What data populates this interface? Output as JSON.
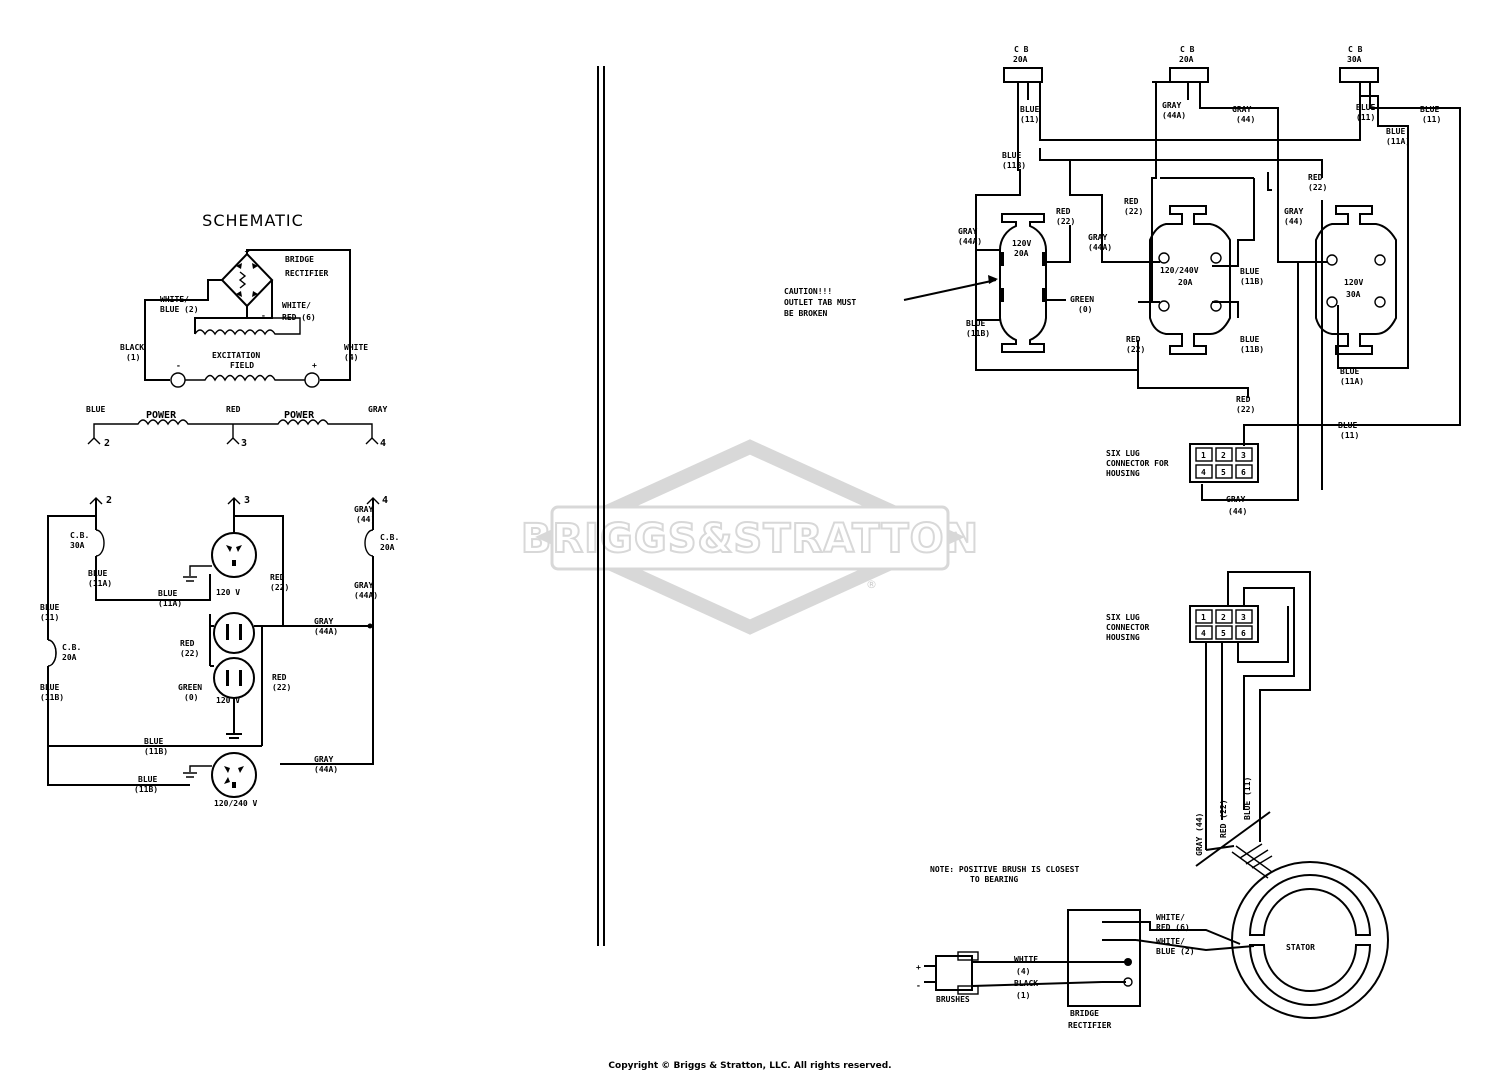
{
  "watermark": {
    "brand": "BRIGGS&STRATTON",
    "mark": "®"
  },
  "copyright": "Copyright © Briggs & Stratton, LLC. All rights reserved.",
  "schematic": {
    "title": "SCHEMATIC",
    "bridge_rectifier": [
      "BRIDGE",
      "RECTIFIER"
    ],
    "white_blue_2": [
      "WHITE/",
      "BLUE (2)"
    ],
    "white_red_6": [
      "WHITE/",
      "RED (6)"
    ],
    "black_1": [
      "BLACK",
      "(1)"
    ],
    "white_4": [
      "WHITE",
      "(4)"
    ],
    "excitation_field": [
      "EXCITATION",
      "FIELD"
    ],
    "plus": "+",
    "minus": "-",
    "power": "POWER",
    "blue": "BLUE",
    "red": "RED",
    "gray": "GRAY",
    "term_2": "2",
    "term_3": "3",
    "term_4": "4",
    "cb_30a": [
      "C.B.",
      "30A"
    ],
    "cb_20a": [
      "C.B.",
      "20A"
    ],
    "blue_11a": [
      "BLUE",
      "(11A)"
    ],
    "blue_11": [
      "BLUE",
      "(11)"
    ],
    "blue_11b": [
      "BLUE",
      "(11B)"
    ],
    "gray_44": [
      "GRAY",
      "(44)"
    ],
    "gray_44a": [
      "GRAY",
      "(44A)"
    ],
    "red_22": [
      "RED",
      "(22)"
    ],
    "green_0": [
      "GREEN",
      "(0)"
    ],
    "v120": "120 V",
    "v120_240": "120/240 V"
  },
  "wiring": {
    "cb1": [
      "C B",
      "20A"
    ],
    "cb2": [
      "C B",
      "20A"
    ],
    "cb3": [
      "C B",
      "30A"
    ],
    "blue_11": [
      "BLUE",
      "(11)"
    ],
    "blue_11a": [
      "BLUE",
      "(11A)"
    ],
    "blue_11b": [
      "BLUE",
      "(11B)"
    ],
    "gray_44a": [
      "GRAY",
      "(44A)"
    ],
    "gray_44": [
      "GRAY",
      "(44)"
    ],
    "red_22": [
      "RED",
      "(22)"
    ],
    "green_0": [
      "GREEN",
      "(0)"
    ],
    "outlet1": [
      "120V",
      "20A"
    ],
    "outlet2": [
      "120/240V",
      "20A"
    ],
    "outlet3": [
      "120V",
      "30A"
    ],
    "caution": [
      "CAUTION!!!",
      "OUTLET TAB MUST",
      "BE BROKEN"
    ],
    "six_lug_1": [
      "SIX LUG",
      "CONNECTOR FOR",
      "HOUSING"
    ],
    "six_lug_2": [
      "SIX LUG",
      "CONNECTOR",
      "HOUSING"
    ],
    "lugs": [
      "1",
      "2",
      "3",
      "4",
      "5",
      "6"
    ],
    "stator_leads": [
      "GRAY (44)",
      "RED (22)",
      "BLUE (11)"
    ],
    "note": [
      "NOTE: POSITIVE BRUSH IS CLOSEST",
      "TO BEARING"
    ],
    "white_red_6": [
      "WHITE/",
      "RED (6)"
    ],
    "white_blue_2": [
      "WHITE/",
      "BLUE (2)"
    ],
    "white_4": [
      "WHITE",
      "(4)"
    ],
    "black_1": [
      "BLACK",
      "(1)"
    ],
    "stator": "STATOR",
    "brushes": "BRUSHES",
    "bridge_rectifier": [
      "BRIDGE",
      "RECTIFIER"
    ],
    "plus": "+",
    "minus": "-"
  }
}
